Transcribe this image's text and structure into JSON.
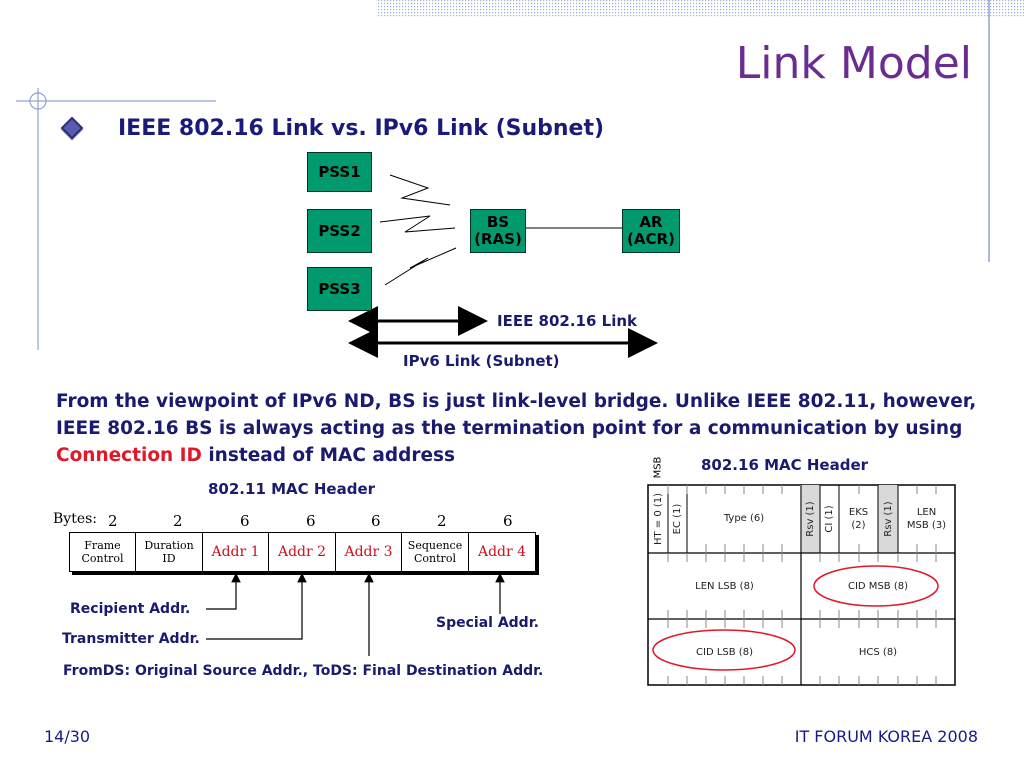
{
  "slide": {
    "title": "Link Model",
    "bullet": "IEEE 802.16 Link vs. IPv6 Link (Subnet)",
    "page": "14/30",
    "footer": "IT FORUM KOREA 2008"
  },
  "diagram": {
    "pss1": "PSS1",
    "pss2": "PSS2",
    "pss3": "PSS3",
    "bs_line1": "BS",
    "bs_line2": "(RAS)",
    "ar_line1": "AR",
    "ar_line2": "(ACR)",
    "link_label": "IEEE 802.16 Link",
    "subnet_label": "IPv6 Link (Subnet)"
  },
  "paragraph": {
    "part1": "From the viewpoint of IPv6 ND, BS is just link-level bridge. Unlike IEEE 802.11, however, IEEE 802.16 BS is always acting as the termination point for a communication by using ",
    "highlight": "Connection ID",
    "part2": " instead of MAC address"
  },
  "mac80211": {
    "caption": "802.11 MAC Header",
    "bytes_label": "Bytes:",
    "byte_counts": [
      "2",
      "2",
      "6",
      "6",
      "6",
      "2",
      "6"
    ],
    "fields": [
      {
        "line1": "Frame",
        "line2": "Control"
      },
      {
        "line1": "Duration",
        "line2": "ID"
      },
      {
        "line1": "Addr 1",
        "line2": ""
      },
      {
        "line1": "Addr 2",
        "line2": ""
      },
      {
        "line1": "Addr 3",
        "line2": ""
      },
      {
        "line1": "Sequence",
        "line2": "Control"
      },
      {
        "line1": "Addr 4",
        "line2": ""
      }
    ],
    "recipient": "Recipient Addr.",
    "transmitter": "Transmitter Addr.",
    "special": "Special Addr.",
    "fromds": "FromDS: Original Source Addr., ToDS: Final Destination Addr."
  },
  "mac80216": {
    "caption": "802.16 MAC Header",
    "msb": "MSB",
    "row1": {
      "ht": "HT = 0 (1)",
      "ec": "EC (1)",
      "type": "Type (6)",
      "rsv1": "Rsv (1)",
      "ci": "CI (1)",
      "eks1": "EKS",
      "eks2": "(2)",
      "rsv2": "Rsv (1)",
      "len1": "LEN",
      "len2": "MSB (3)"
    },
    "row2": {
      "left": "LEN LSB (8)",
      "right": "CID MSB (8)"
    },
    "row3": {
      "left": "CID LSB (8)",
      "right": "HCS (8)"
    }
  },
  "colors": {
    "title": "#6b2c91",
    "text": "#1a1a6e",
    "highlight": "#e0192a",
    "box_green": "#009a6e"
  }
}
